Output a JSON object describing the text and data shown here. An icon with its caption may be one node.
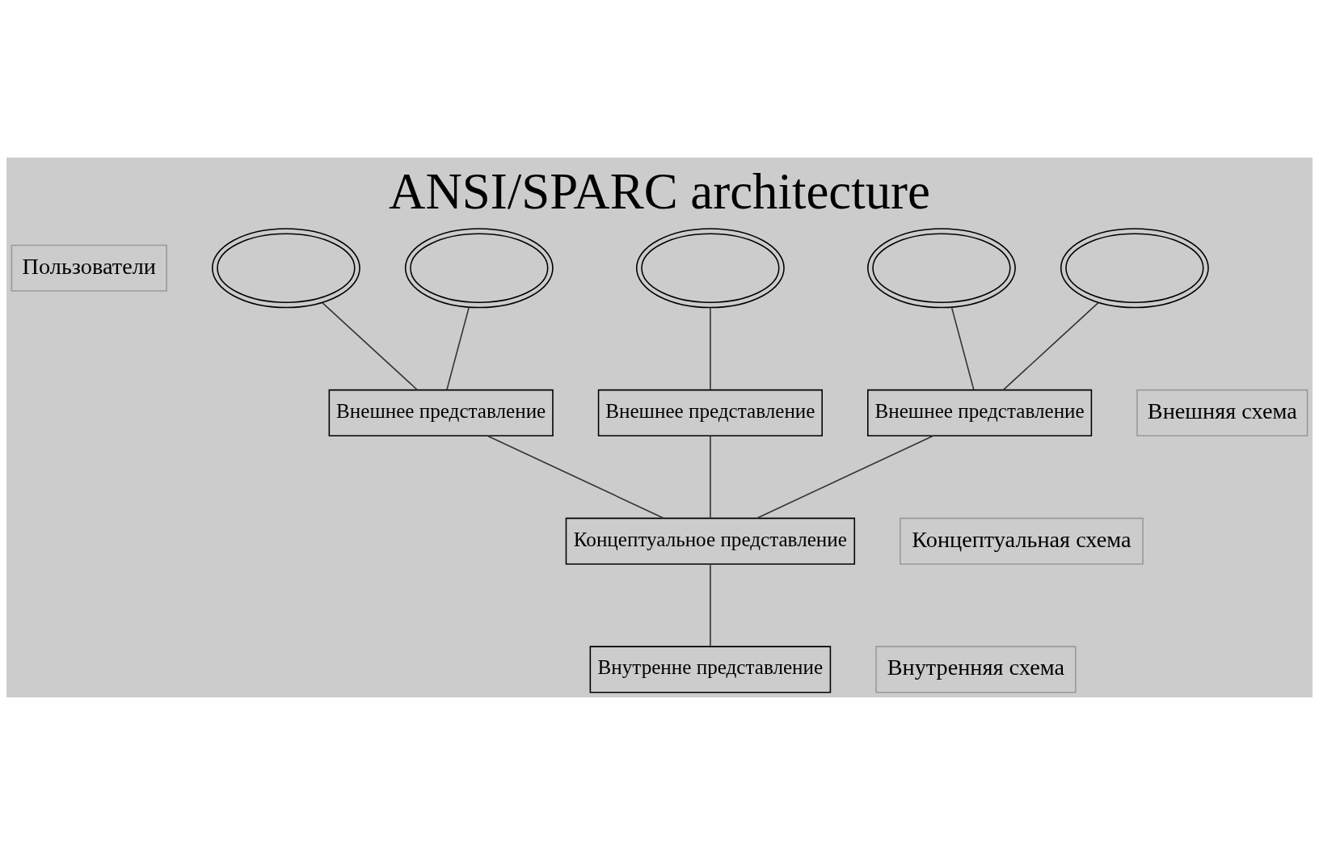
{
  "diagram": {
    "title": "ANSI/SPARC architecture",
    "nodes": [
      {
        "text": [
          "Пользователи"
        ]
      },
      {
        "text": [],
        "shape": "ellipse"
      },
      {
        "text": [],
        "shape": "ellipse"
      },
      {
        "text": [],
        "shape": "ellipse"
      },
      {
        "text": [],
        "shape": "ellipse"
      },
      {
        "text": [],
        "shape": "ellipse"
      },
      {
        "text": [
          "Внешняя схема"
        ]
      },
      {
        "text": [
          "Внешнее представление"
        ]
      },
      {
        "text": [
          "Внешнее представление"
        ]
      },
      {
        "text": [
          "Внешнее представление"
        ]
      },
      {
        "text": [
          "Концептуальная схема"
        ]
      },
      {
        "text": [
          "Концептуальное представление"
        ]
      },
      {
        "text": [
          "Внутренняя схема"
        ]
      },
      {
        "text": [
          "Внутренне представление"
        ]
      }
    ],
    "edges": [
      {
        "from": 1,
        "to": 7,
        "arrow": "none"
      },
      {
        "from": 2,
        "to": 7,
        "arrow": "none"
      },
      {
        "from": 3,
        "to": 8,
        "arrow": "none"
      },
      {
        "from": 4,
        "to": 9,
        "arrow": "none"
      },
      {
        "from": 5,
        "to": 9,
        "arrow": "none"
      },
      {
        "from": 7,
        "to": 11,
        "arrow": "none"
      },
      {
        "from": 8,
        "to": 11,
        "arrow": "none"
      },
      {
        "from": 9,
        "to": 11,
        "arrow": "none"
      },
      {
        "from": 11,
        "to": 13,
        "arrow": "none"
      }
    ]
  }
}
